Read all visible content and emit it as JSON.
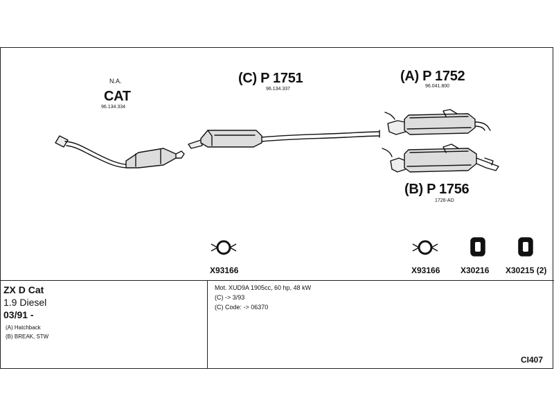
{
  "parts": {
    "cat": {
      "prefix": "N.A.",
      "title": "CAT",
      "ref": "96.134.334"
    },
    "c": {
      "title": "(C) P 1751",
      "ref": "96.134.337"
    },
    "a": {
      "title": "(A) P 1752",
      "ref": "96.041.800"
    },
    "b": {
      "title": "(B) P 1756",
      "ref": "1726-AD"
    }
  },
  "accessories": [
    {
      "code": "X93166",
      "icon": "clamp-icon"
    },
    {
      "code": "X93166",
      "icon": "clamp-icon"
    },
    {
      "code": "X30216",
      "icon": "rubber-hanger-icon"
    },
    {
      "code": "X30215 (2)",
      "icon": "rubber-hanger-icon"
    }
  ],
  "vehicle": {
    "model": "ZX D Cat",
    "engine": "1.9 Diesel",
    "year": "03/91 -",
    "variants": [
      "(A) Hatchback",
      "(B) BREAK, STW"
    ]
  },
  "notes": [
    "Mot. XUD9A 1905cc, 60 hp, 48 kW",
    "(C) -> 3/93",
    "(C) Code: -> 06370"
  ],
  "sheet_code": "CI407"
}
